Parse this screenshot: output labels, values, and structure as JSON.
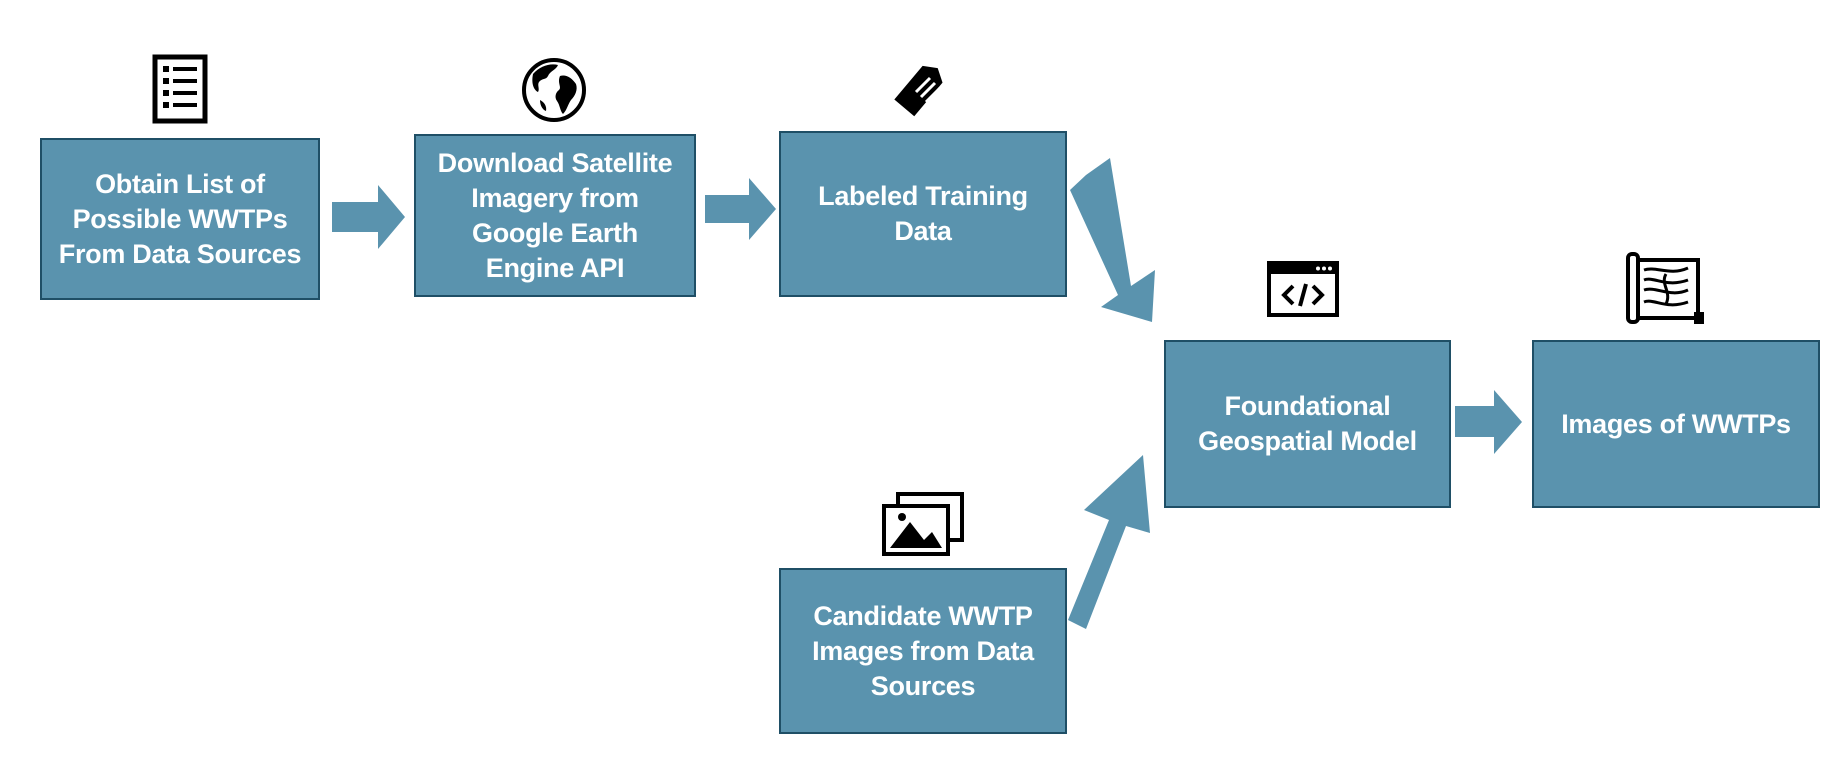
{
  "colors": {
    "box_fill": "#5a93ae",
    "box_border": "#1f4f66",
    "box_text": "#ffffff",
    "arrow": "#5a93ae",
    "icon": "#000000"
  },
  "nodes": {
    "obtain_list": {
      "label": "Obtain List of Possible WWTPs From Data Sources",
      "icon": "checklist-icon"
    },
    "download_imagery": {
      "label": "Download Satellite Imagery from Google Earth Engine API",
      "icon": "globe-icon"
    },
    "labeled_training": {
      "label": "Labeled Training Data",
      "icon": "tag-icon"
    },
    "candidate_images": {
      "label": "Candidate WWTP Images from Data Sources",
      "icon": "image-gallery-icon"
    },
    "foundational_model": {
      "label": "Foundational Geospatial Model",
      "icon": "code-window-icon"
    },
    "wwtp_images": {
      "label": "Images of WWTPs",
      "icon": "map-scroll-icon"
    }
  },
  "edges": [
    {
      "from": "obtain_list",
      "to": "download_imagery"
    },
    {
      "from": "download_imagery",
      "to": "labeled_training"
    },
    {
      "from": "labeled_training",
      "to": "foundational_model"
    },
    {
      "from": "candidate_images",
      "to": "foundational_model"
    },
    {
      "from": "foundational_model",
      "to": "wwtp_images"
    }
  ]
}
